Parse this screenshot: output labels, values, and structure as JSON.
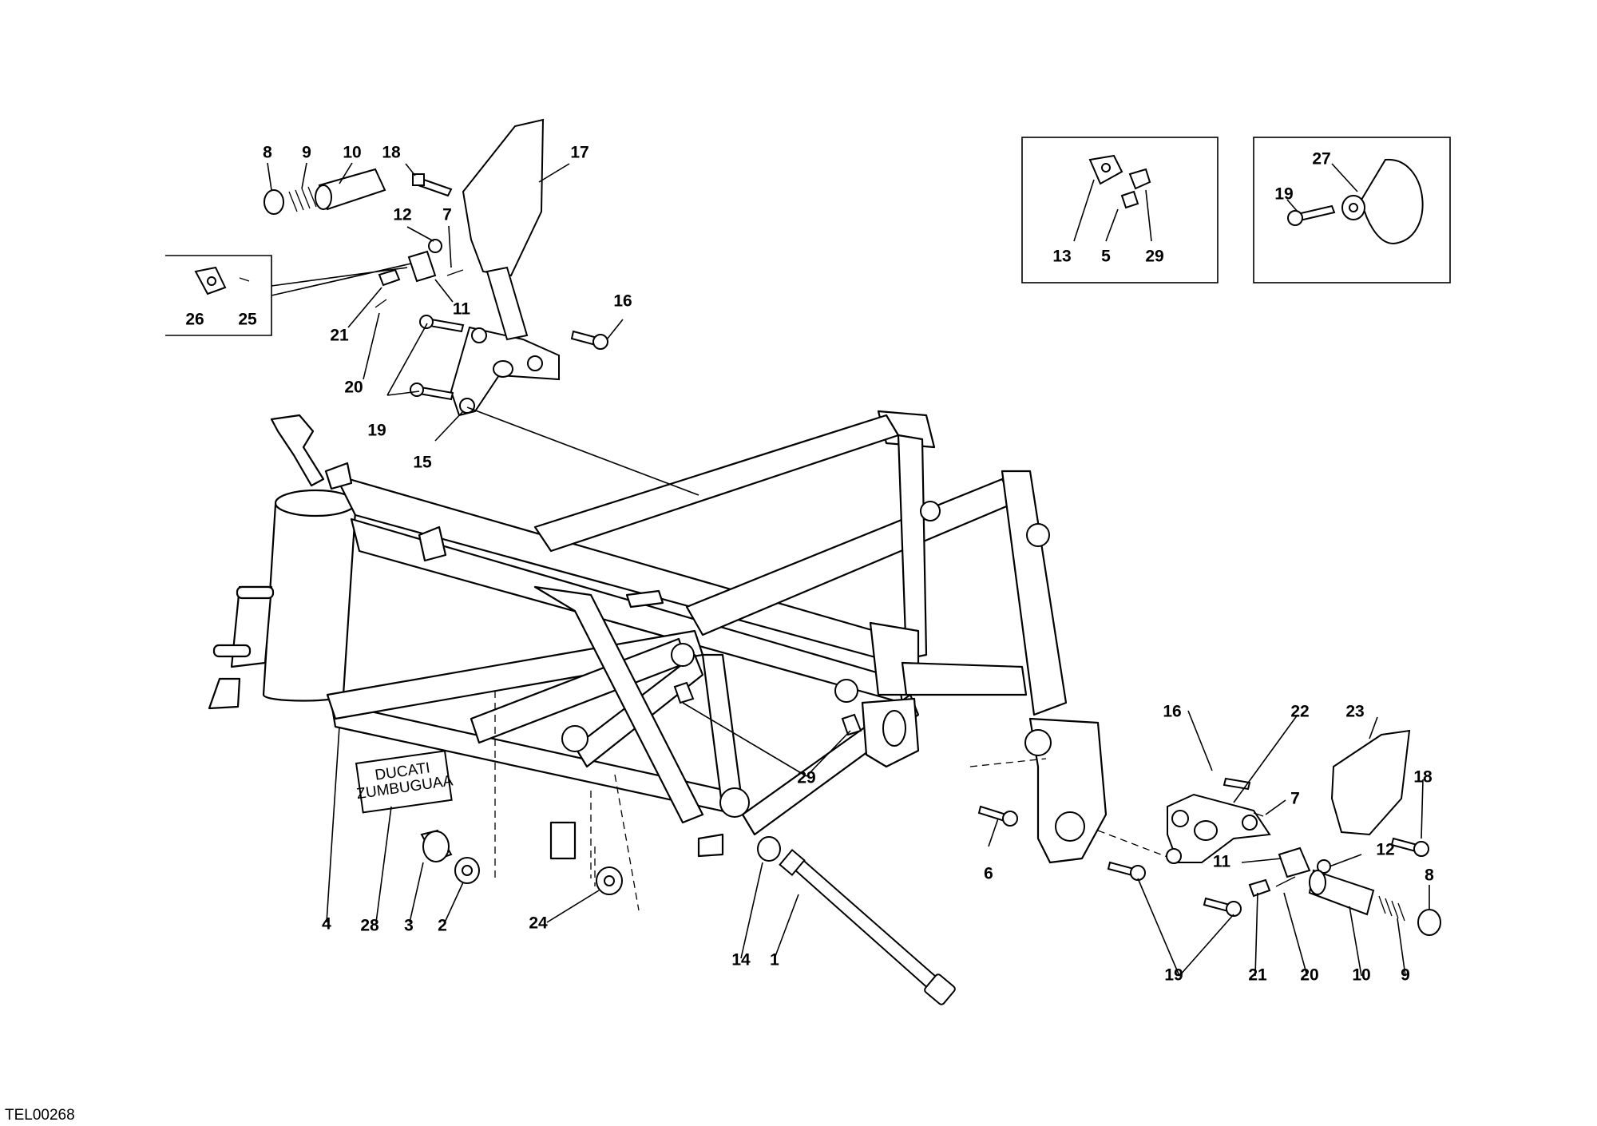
{
  "drawing_code": "TEL00268",
  "decal_text": [
    "DUCATI",
    "ZUMBUGUAA"
  ],
  "callouts": [
    {
      "id": "c-8a",
      "text": "8"
    },
    {
      "id": "c-9a",
      "text": "9"
    },
    {
      "id": "c-10a",
      "text": "10"
    },
    {
      "id": "c-18a",
      "text": "18"
    },
    {
      "id": "c-17",
      "text": "17"
    },
    {
      "id": "c-12a",
      "text": "12"
    },
    {
      "id": "c-7a",
      "text": "7"
    },
    {
      "id": "c-16a",
      "text": "16"
    },
    {
      "id": "c-26",
      "text": "26"
    },
    {
      "id": "c-25",
      "text": "25"
    },
    {
      "id": "c-21a",
      "text": "21"
    },
    {
      "id": "c-11a",
      "text": "11"
    },
    {
      "id": "c-20a",
      "text": "20"
    },
    {
      "id": "c-19a",
      "text": "19"
    },
    {
      "id": "c-15",
      "text": "15"
    },
    {
      "id": "c-13",
      "text": "13"
    },
    {
      "id": "c-5",
      "text": "5"
    },
    {
      "id": "c-29a",
      "text": "29"
    },
    {
      "id": "c-27",
      "text": "27"
    },
    {
      "id": "c-19b",
      "text": "19"
    },
    {
      "id": "c-29b",
      "text": "29"
    },
    {
      "id": "c-16b",
      "text": "16"
    },
    {
      "id": "c-22",
      "text": "22"
    },
    {
      "id": "c-23",
      "text": "23"
    },
    {
      "id": "c-18b",
      "text": "18"
    },
    {
      "id": "c-7b",
      "text": "7"
    },
    {
      "id": "c-6",
      "text": "6"
    },
    {
      "id": "c-11b",
      "text": "11"
    },
    {
      "id": "c-12b",
      "text": "12"
    },
    {
      "id": "c-8b",
      "text": "8"
    },
    {
      "id": "c-4",
      "text": "4"
    },
    {
      "id": "c-28",
      "text": "28"
    },
    {
      "id": "c-3",
      "text": "3"
    },
    {
      "id": "c-2",
      "text": "2"
    },
    {
      "id": "c-24",
      "text": "24"
    },
    {
      "id": "c-14",
      "text": "14"
    },
    {
      "id": "c-1",
      "text": "1"
    },
    {
      "id": "c-19c",
      "text": "19"
    },
    {
      "id": "c-21b",
      "text": "21"
    },
    {
      "id": "c-20b",
      "text": "20"
    },
    {
      "id": "c-10b",
      "text": "10"
    },
    {
      "id": "c-9b",
      "text": "9"
    }
  ]
}
